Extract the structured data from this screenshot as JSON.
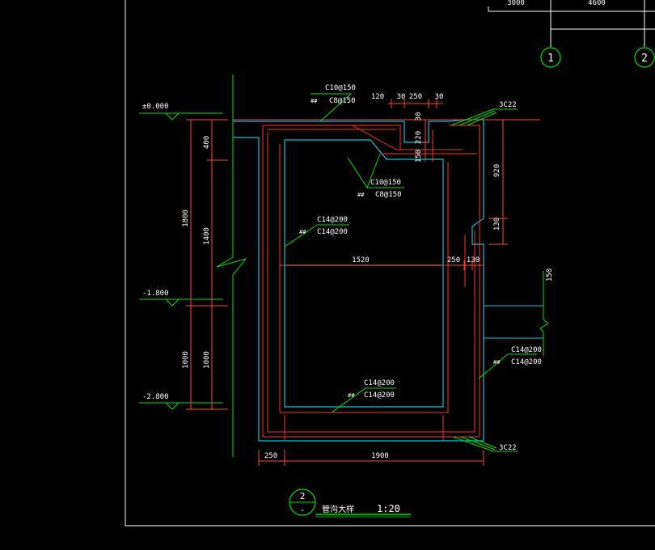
{
  "colors": {
    "background": "#000000",
    "frame": "#ffffff",
    "concrete_outline": "#00c8d8",
    "rebar": "#ff3030",
    "dimension": "#ff4040",
    "leader": "#00e000",
    "text": "#ffffff"
  },
  "grid": {
    "dims": [
      "3000",
      "4600"
    ],
    "axes": [
      "1",
      "2"
    ]
  },
  "levels": {
    "top": "±0.000",
    "mid": "-1.800",
    "bottom": "-2.800"
  },
  "dimensions": {
    "left_total": "1800",
    "left_400": "400",
    "left_1400": "1400",
    "left_1000_a": "1000",
    "left_1000_b": "1000",
    "top_120": "120",
    "top_30_a": "30",
    "top_250": "250",
    "top_30_b": "30",
    "notch_30": "30",
    "notch_220": "220",
    "notch_150": "150",
    "right_920": "920",
    "right_130": "130",
    "inner_1520": "1520",
    "inner_250": "250",
    "inner_130": "130",
    "right_150": "150",
    "bottom_250": "250",
    "bottom_1900": "1900"
  },
  "rebar_labels": {
    "top_slab_1": "C10@150",
    "top_slab_2": "C8@150",
    "top_slab_prefix": "##",
    "chamfer_1": "C10@150",
    "chamfer_2": "C8@150",
    "chamfer_prefix": "##",
    "left_wall_1": "C14@200",
    "left_wall_2": "C14@200",
    "left_wall_prefix": "##",
    "right_wall_1": "C14@200",
    "right_wall_2": "C14@200",
    "right_wall_prefix": "##",
    "bottom_slab_1": "C14@200",
    "bottom_slab_2": "C14@200",
    "bottom_slab_prefix": "##",
    "corner_top": "3C22",
    "corner_bottom": "3C22"
  },
  "title_block": {
    "number": "2",
    "sheet": "-",
    "name": "管沟大样",
    "scale": "1:20"
  }
}
